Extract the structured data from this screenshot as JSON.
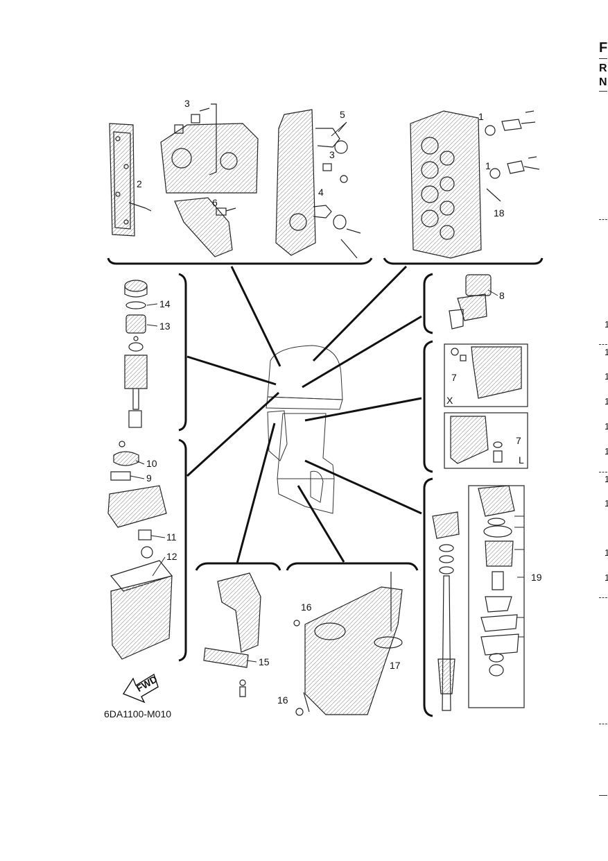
{
  "diagram": {
    "code": "6DA1100-M010",
    "fwd_label": "FWD",
    "view_x_label": "X",
    "view_l_label": "L",
    "callouts": [
      "1",
      "2",
      "3",
      "4",
      "5",
      "6",
      "7",
      "8",
      "9",
      "10",
      "11",
      "12",
      "13",
      "14",
      "15",
      "16",
      "17",
      "18",
      "19"
    ]
  },
  "edge": {
    "letter_f": "F",
    "letter_r": "R",
    "letter_n": "N",
    "numbers": [
      "1",
      "1",
      "1",
      "1",
      "1",
      "1",
      "1",
      "1",
      "1",
      "1"
    ]
  }
}
